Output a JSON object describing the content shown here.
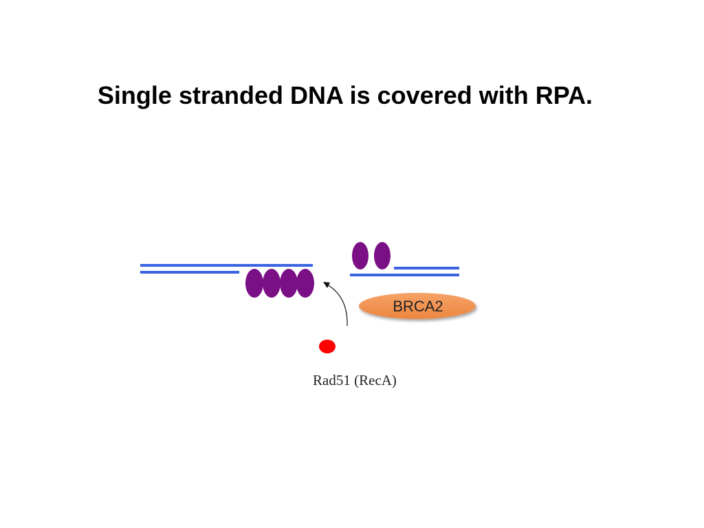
{
  "slide": {
    "title": "Single stranded DNA is covered with RPA."
  },
  "labels": {
    "brca2": "BRCA2",
    "rad51": "Rad51 (RecA)"
  },
  "colors": {
    "dna": "#3a63e0",
    "rpa": "#7a0f86",
    "rad51": "#ff0000",
    "brca2_fill": "#f0924d",
    "brca2_text": "#222222"
  },
  "icons": {
    "arrow": "curved-arrow-icon"
  }
}
